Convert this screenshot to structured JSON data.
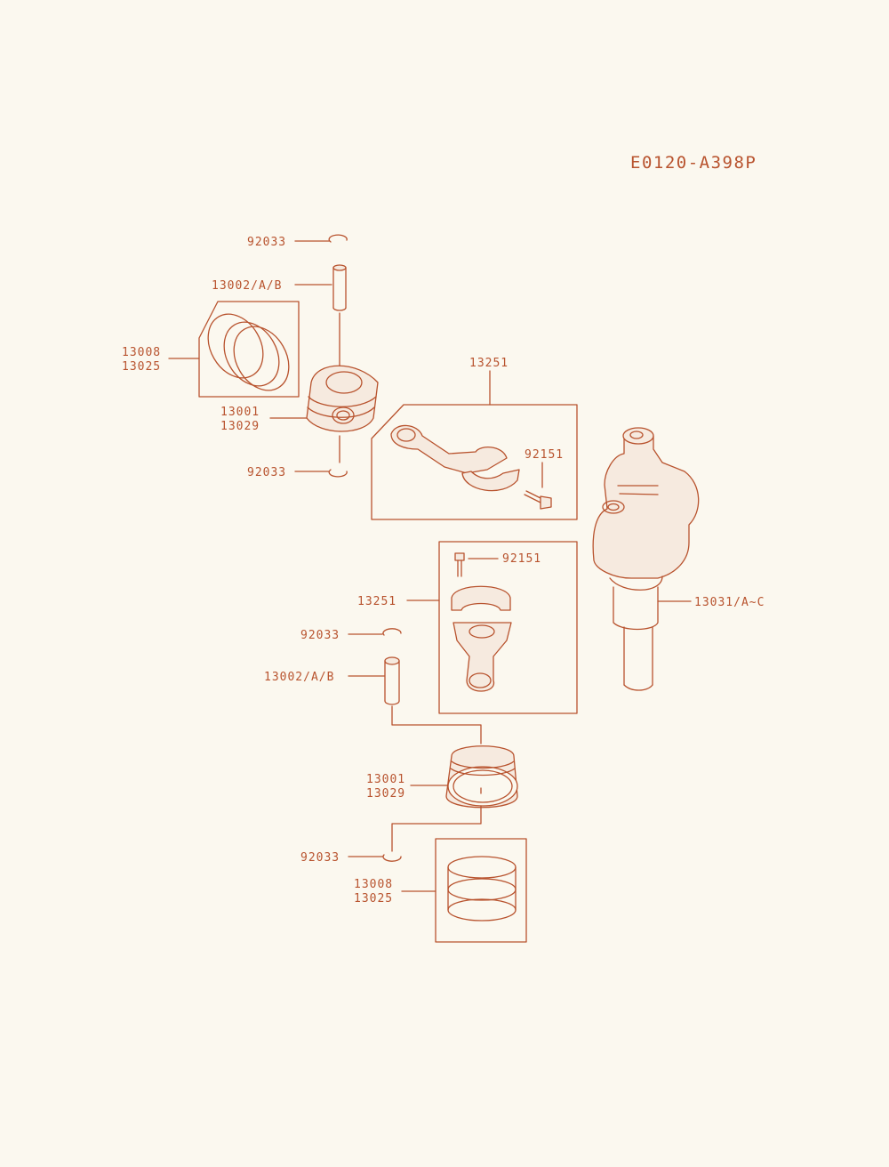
{
  "diagram_code": "E0120-A398P",
  "colors": {
    "ink": "#b8532e",
    "background": "#fbf8ef",
    "fill_light": "#f6eadf"
  },
  "labels": {
    "clip_top": "92033",
    "pin_top": "13002/A/B",
    "rings_top_a": "13008",
    "rings_top_b": "13025",
    "piston_top_a": "13001",
    "piston_top_b": "13029",
    "clip_mid": "92033",
    "rod_top": "13251",
    "bolt_top": "92151",
    "bolt_lower": "92151",
    "rod_lower": "13251",
    "crankshaft": "13031/A~C",
    "clip_lower": "92033",
    "pin_lower": "13002/A/B",
    "piston_lower_a": "13001",
    "piston_lower_b": "13029",
    "clip_bottom": "92033",
    "rings_bottom_a": "13008",
    "rings_bottom_b": "13025"
  }
}
